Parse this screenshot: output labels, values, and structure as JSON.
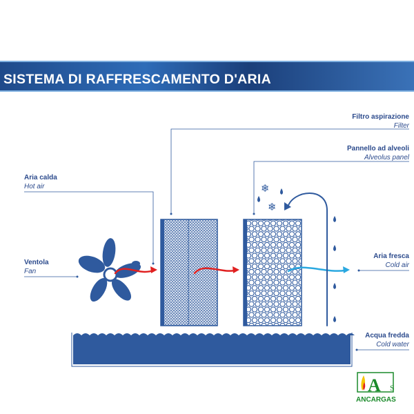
{
  "title": "SISTEMA DI RAFFRESCAMENTO D'ARIA",
  "labels": {
    "hot_air": {
      "it": "Aria calda",
      "en": "Hot air"
    },
    "fan": {
      "it": "Ventola",
      "en": "Fan"
    },
    "filter": {
      "it": "Filtro aspirazione",
      "en": "Filter"
    },
    "alveolus": {
      "it": "Pannello ad alveoli",
      "en": "Alveolus panel"
    },
    "cold_air": {
      "it": "Aria fresca",
      "en": "Cold air"
    },
    "cold_water": {
      "it": "Acqua fredda",
      "en": "Cold water"
    }
  },
  "logo": {
    "text": "ANCARGAS",
    "letters": "AS"
  },
  "colors": {
    "primary": "#2f5a9e",
    "hot": "#e02020",
    "cold": "#2aa8e0",
    "logo_green": "#1a8a2a"
  }
}
